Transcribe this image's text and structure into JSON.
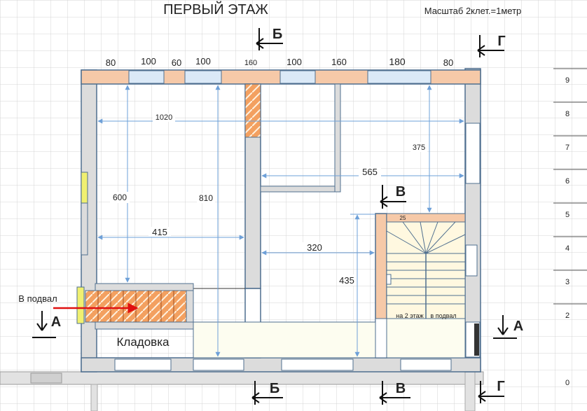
{
  "title": "ПЕРВЫЙ ЭТАЖ",
  "scale_note": "Масштаб 2клет.=1метр",
  "top_segments": [
    "80",
    "100",
    "60",
    "100",
    "160",
    "100",
    "160",
    "180",
    "80"
  ],
  "dimensions": {
    "d1020": "1020",
    "d375": "375",
    "d565": "565",
    "d600": "600",
    "d810": "810",
    "d415": "415",
    "d320": "320",
    "d435": "435",
    "d25": "25"
  },
  "sections": {
    "b": "Б",
    "g": "Г",
    "v": "В",
    "a": "А"
  },
  "rooms": {
    "storage": "Кладовка"
  },
  "labels": {
    "basement": "В подвал",
    "to_floor2": "на 2 этаж",
    "to_basement_small": "в подвал"
  },
  "ruler": [
    "9",
    "8",
    "7",
    "6",
    "5",
    "4",
    "3",
    "2",
    "0"
  ],
  "colors": {
    "grid": "#d4d4d4",
    "wall_fill": "#dcdcdc",
    "wall_stroke": "#4f6f8f",
    "pink": "#f6c9a8",
    "window": "#dbe9f7",
    "brick": "#f3a060",
    "dim_arrow": "#6ea0d8",
    "stair": "#fff8e0",
    "yellow": "#f0f070",
    "red_arrow": "#e01010"
  }
}
